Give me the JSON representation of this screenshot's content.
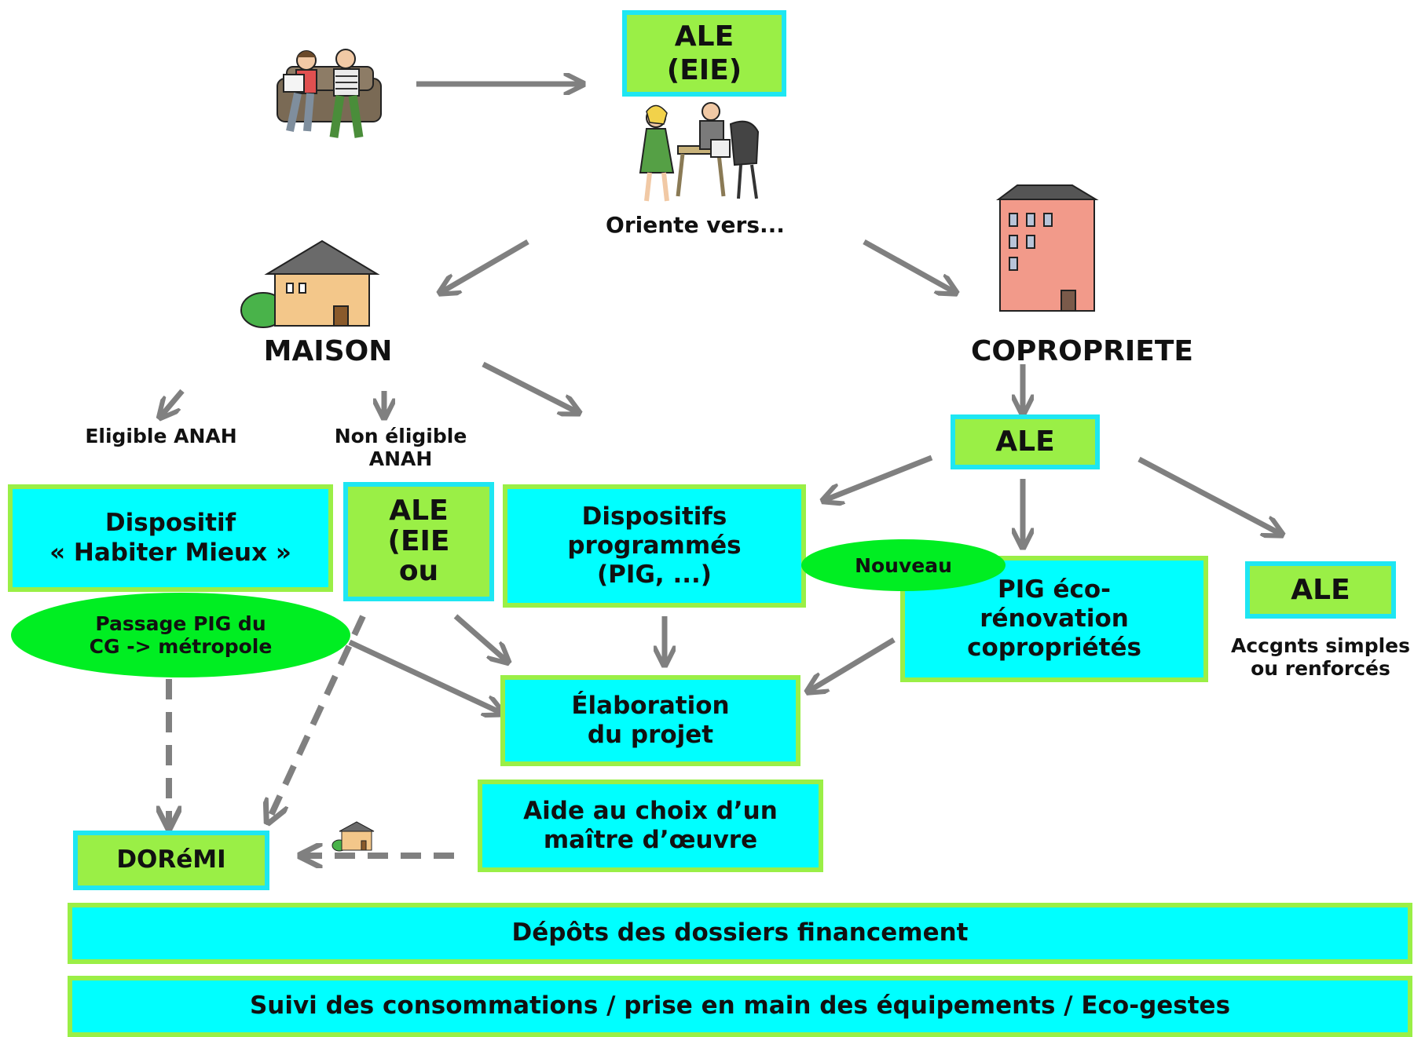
{
  "top": {
    "ale_box": "ALE\n(EIE)",
    "oriente_vers": "Oriente vers..."
  },
  "maison": {
    "label": "MAISON",
    "eligible": "Eligible ANAH",
    "non_eligible": "Non éligible\nANAH"
  },
  "copropriete": {
    "label": "COPROPRIETE",
    "ale_box": "ALE",
    "ale_right": "ALE",
    "accgnts": "Accgnts simples\nou renforcés",
    "nouveau": "Nouveau",
    "pig_box": "PIG éco-\nrénovation\ncopropriétés"
  },
  "boxes": {
    "habiter_mieux": "Dispositif\n« Habiter Mieux »",
    "passage_pig": "Passage PIG du\nCG -> métropole",
    "ale_eie_ou": "ALE\n(EIE\nou",
    "dispositifs": "Dispositifs\nprogrammés\n(PIG, ...)",
    "elaboration": "Élaboration\ndu projet",
    "aide_choix": "Aide au choix d’un\nmaître d’œuvre",
    "doremi": "DORéMI",
    "depots": "Dépôts des dossiers financement",
    "suivi": "Suivi des consommations / prise en main des équipements / Eco-gestes"
  },
  "colors": {
    "cyan": "#00ffff",
    "green": "#9aef46",
    "ellipse_green": "#00ee22",
    "arrow_gray": "#808080"
  },
  "icons": [
    "couple-reading-illustration",
    "meeting-illustration",
    "house-illustration",
    "apartment-building-illustration",
    "small-house-icon"
  ]
}
